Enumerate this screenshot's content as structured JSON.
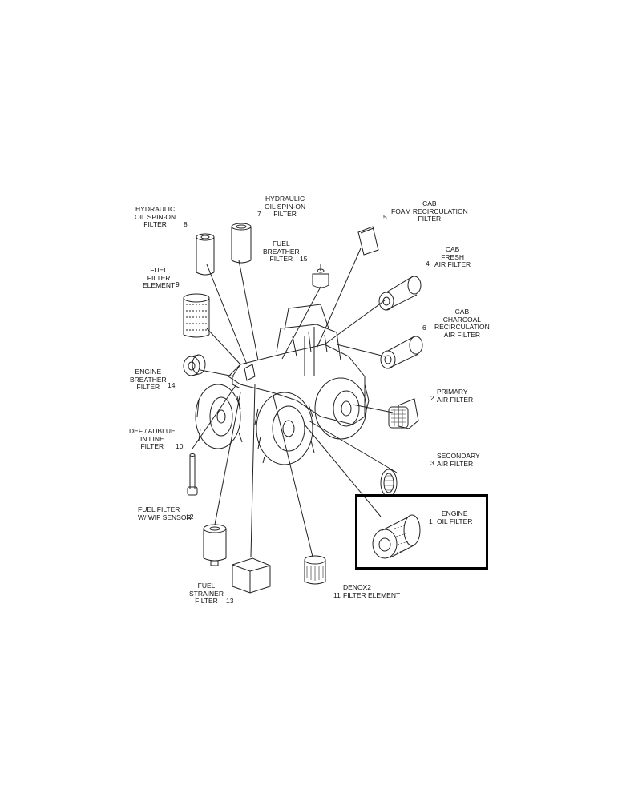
{
  "highlight_color": "#000000",
  "parts": [
    {
      "num": "1",
      "label": "ENGINE\nOIL FILTER"
    },
    {
      "num": "2",
      "label": "PRIMARY\nAIR FILTER"
    },
    {
      "num": "3",
      "label": "SECONDARY\nAIR FILTER"
    },
    {
      "num": "4",
      "label": "CAB\nFRESH\nAIR FILTER"
    },
    {
      "num": "5",
      "label": "CAB\nFOAM RECIRCULATION\nFILTER"
    },
    {
      "num": "6",
      "label": "CAB\nCHARCOAL\nRECIRCULATION\nAIR FILTER"
    },
    {
      "num": "7",
      "label": "HYDRAULIC\nOIL SPIN-ON\nFILTER"
    },
    {
      "num": "8",
      "label": "HYDRAULIC\nOIL SPIN-ON\nFILTER"
    },
    {
      "num": "9",
      "label": "FUEL\nFILTER\nELEMENT"
    },
    {
      "num": "10",
      "label": "DEF / ADBLUE\nIN LINE\nFILTER"
    },
    {
      "num": "11",
      "label": "DENOX2\nFILTER ELEMENT"
    },
    {
      "num": "12",
      "label": "FUEL FILTER\nW/ WIF SENSOR"
    },
    {
      "num": "13",
      "label": "FUEL\nSTRAINER\nFILTER"
    },
    {
      "num": "14",
      "label": "ENGINE\nBREATHER\nFILTER"
    },
    {
      "num": "15",
      "label": "FUEL\nBREATHER\nFILTER"
    }
  ]
}
